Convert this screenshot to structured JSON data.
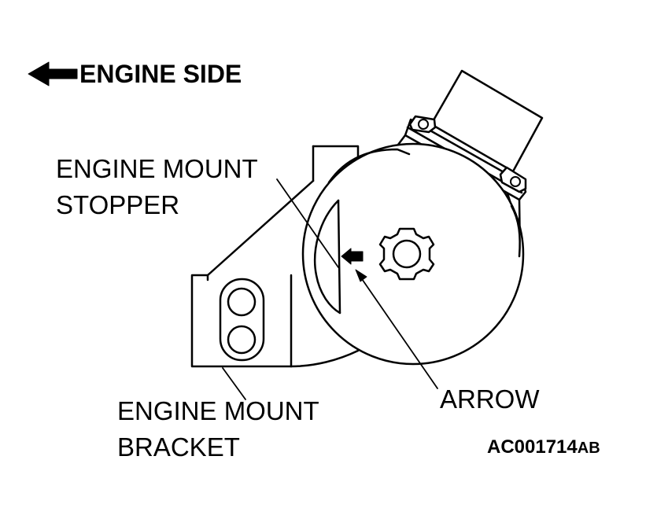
{
  "direction_label": "ENGINE SIDE",
  "labels": {
    "stopper_line1": "ENGINE MOUNT",
    "stopper_line2": "STOPPER",
    "arrow": "ARROW",
    "bracket_line1": "ENGINE MOUNT",
    "bracket_line2": "BRACKET"
  },
  "figure_code": "AC001714",
  "figure_code_suffix": "AB"
}
